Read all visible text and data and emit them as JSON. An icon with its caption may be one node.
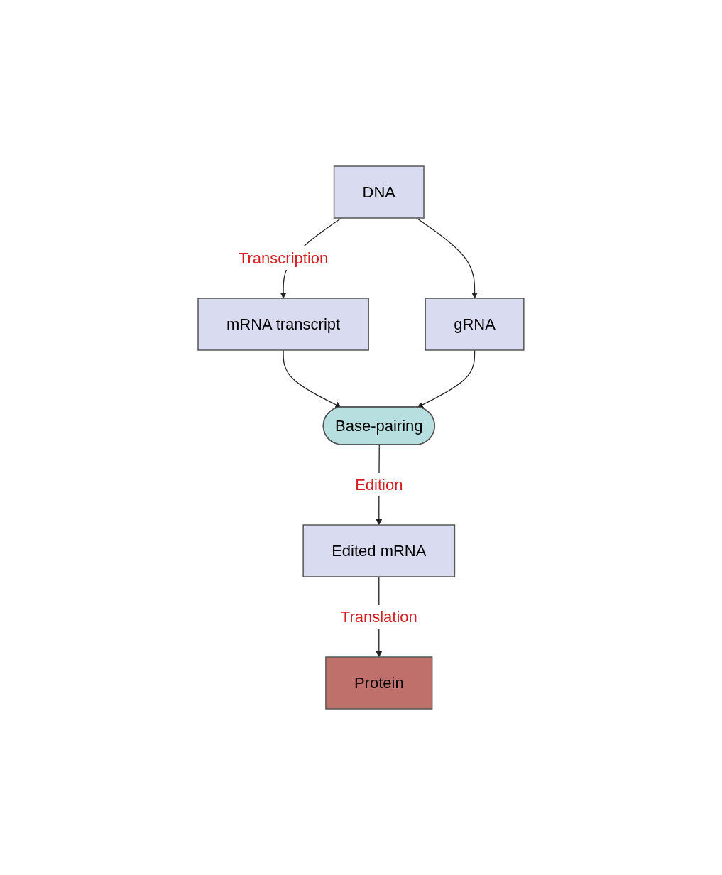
{
  "diagram": {
    "nodes": [
      {
        "text": [
          "DNA"
        ]
      },
      {
        "text": [
          "mRNA transcript"
        ]
      },
      {
        "text": [
          "gRNA"
        ]
      },
      {
        "text": [
          "Base-pairing"
        ]
      },
      {
        "text": [
          "Edited mRNA"
        ]
      },
      {
        "text": [
          "Protein"
        ]
      }
    ],
    "edges": [
      {
        "from": 0,
        "to": 1,
        "arrow": "to",
        "label": "Transcription"
      },
      {
        "from": 0,
        "to": 2,
        "arrow": "to"
      },
      {
        "from": 1,
        "to": 3,
        "arrow": "to"
      },
      {
        "from": 2,
        "to": 3,
        "arrow": "to"
      },
      {
        "from": 3,
        "to": 4,
        "arrow": "to",
        "label": "Edition"
      },
      {
        "from": 4,
        "to": 5,
        "arrow": "to",
        "label": "Translation"
      }
    ]
  }
}
